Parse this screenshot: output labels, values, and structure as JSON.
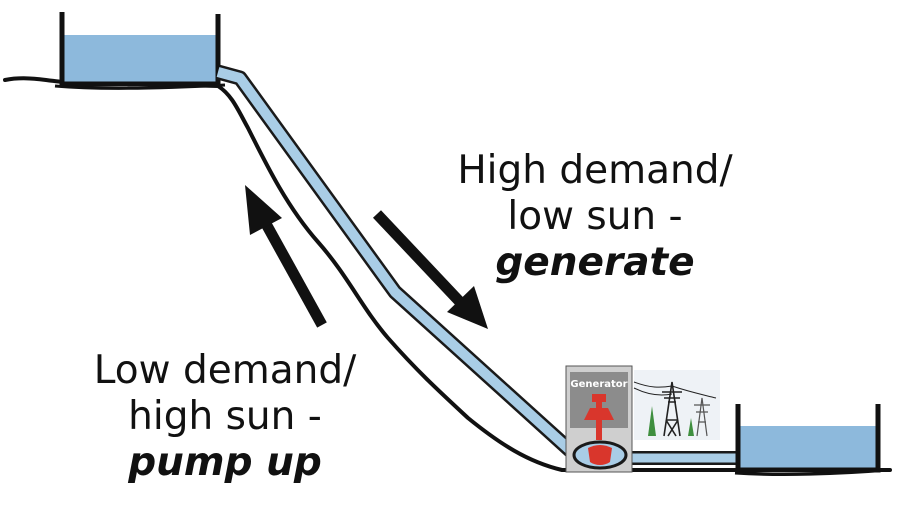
{
  "generate_caption": {
    "line1": "High demand/",
    "line2": "low sun -",
    "action": "generate"
  },
  "pump_caption": {
    "line1": "Low demand/",
    "line2": "high sun -",
    "action": "pump up"
  },
  "generator": {
    "label": "Generator"
  },
  "colors": {
    "water": "#8db9dc",
    "pipe_fill": "#a9cde6",
    "turbine": "#d9362c",
    "generator_housing": "#8c8c8c",
    "ink": "#111111"
  },
  "icons": {
    "down_arrow": "arrow-down-right-icon",
    "up_arrow": "arrow-up-left-icon",
    "power_tower": "transmission-tower-icon",
    "tree": "tree-icon"
  }
}
